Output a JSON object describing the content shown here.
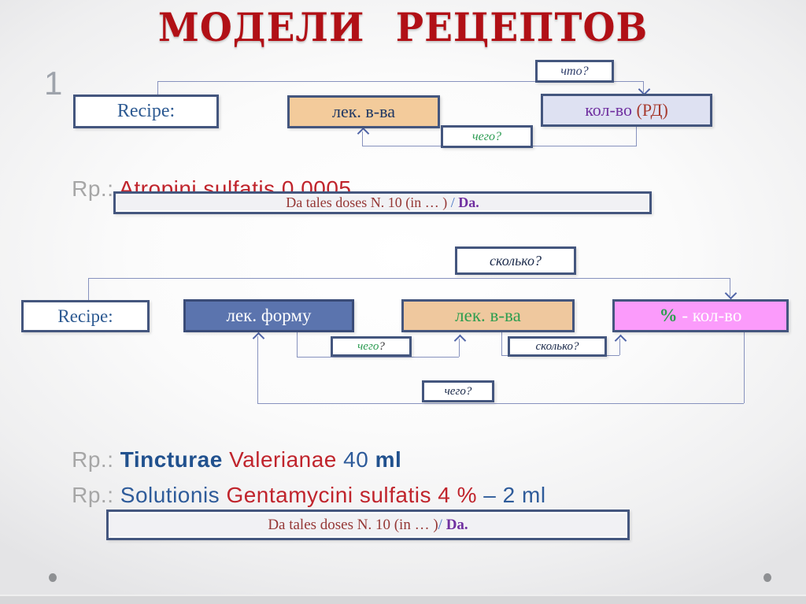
{
  "title": "МОДЕЛИ РЕЦЕПТОВ",
  "slide_number": "1",
  "colors": {
    "title_red": "#b11016",
    "border_navy": "#44567e",
    "connector_blue": "#8792be",
    "accent_red": "#c0242c",
    "accent_blue": "#2e5b9a",
    "purple": "#7030a0",
    "green": "#2b9b51",
    "maroon": "#953735",
    "gray_prefix": "#a6a6a6",
    "orange_fill": "#f3cb9b",
    "lavender_fill": "#dee1f2",
    "blue_fill": "#5b74ae",
    "pink_fill": "#fb9bfb"
  },
  "diagram1": {
    "what_q": "что?",
    "recipe": "Recipe:",
    "substance": "лек. в-ва",
    "quantity": "кол-во ",
    "quantity_paren": "(РД)",
    "of_what_q": "чего?"
  },
  "rp1": {
    "prefix": "Rp.: ",
    "body": "Atropini sulfatis 0,0005"
  },
  "da1": {
    "main": "Da tales doses N. 10 (in … ) ",
    "slash": "/",
    "da": " Da."
  },
  "diagram2": {
    "how_much_top_q": "сколько?",
    "recipe": "Recipe:",
    "form": "лек. форму",
    "substance": "лек. в-ва",
    "percent": "%",
    "quantity": " - кол-во",
    "of_what_q1_word": "чего",
    "of_what_q1_mark": "?",
    "how_much_q2": "сколько?",
    "of_what_q3": "чего?"
  },
  "rp2": {
    "prefix": "Rp.: ",
    "word1": "Tincturae ",
    "word2": "Valerianae ",
    "word3": "40 ",
    "word4": "ml"
  },
  "rp3": {
    "prefix": "Rp.: ",
    "word1": "Solutionis ",
    "word2": "Gentamycini sulfatis 4 % ",
    "word3": "– 2 ml"
  },
  "da2": {
    "main": "Da tales doses N. 10 (in … )",
    "slash": "/",
    "da": " Da."
  }
}
